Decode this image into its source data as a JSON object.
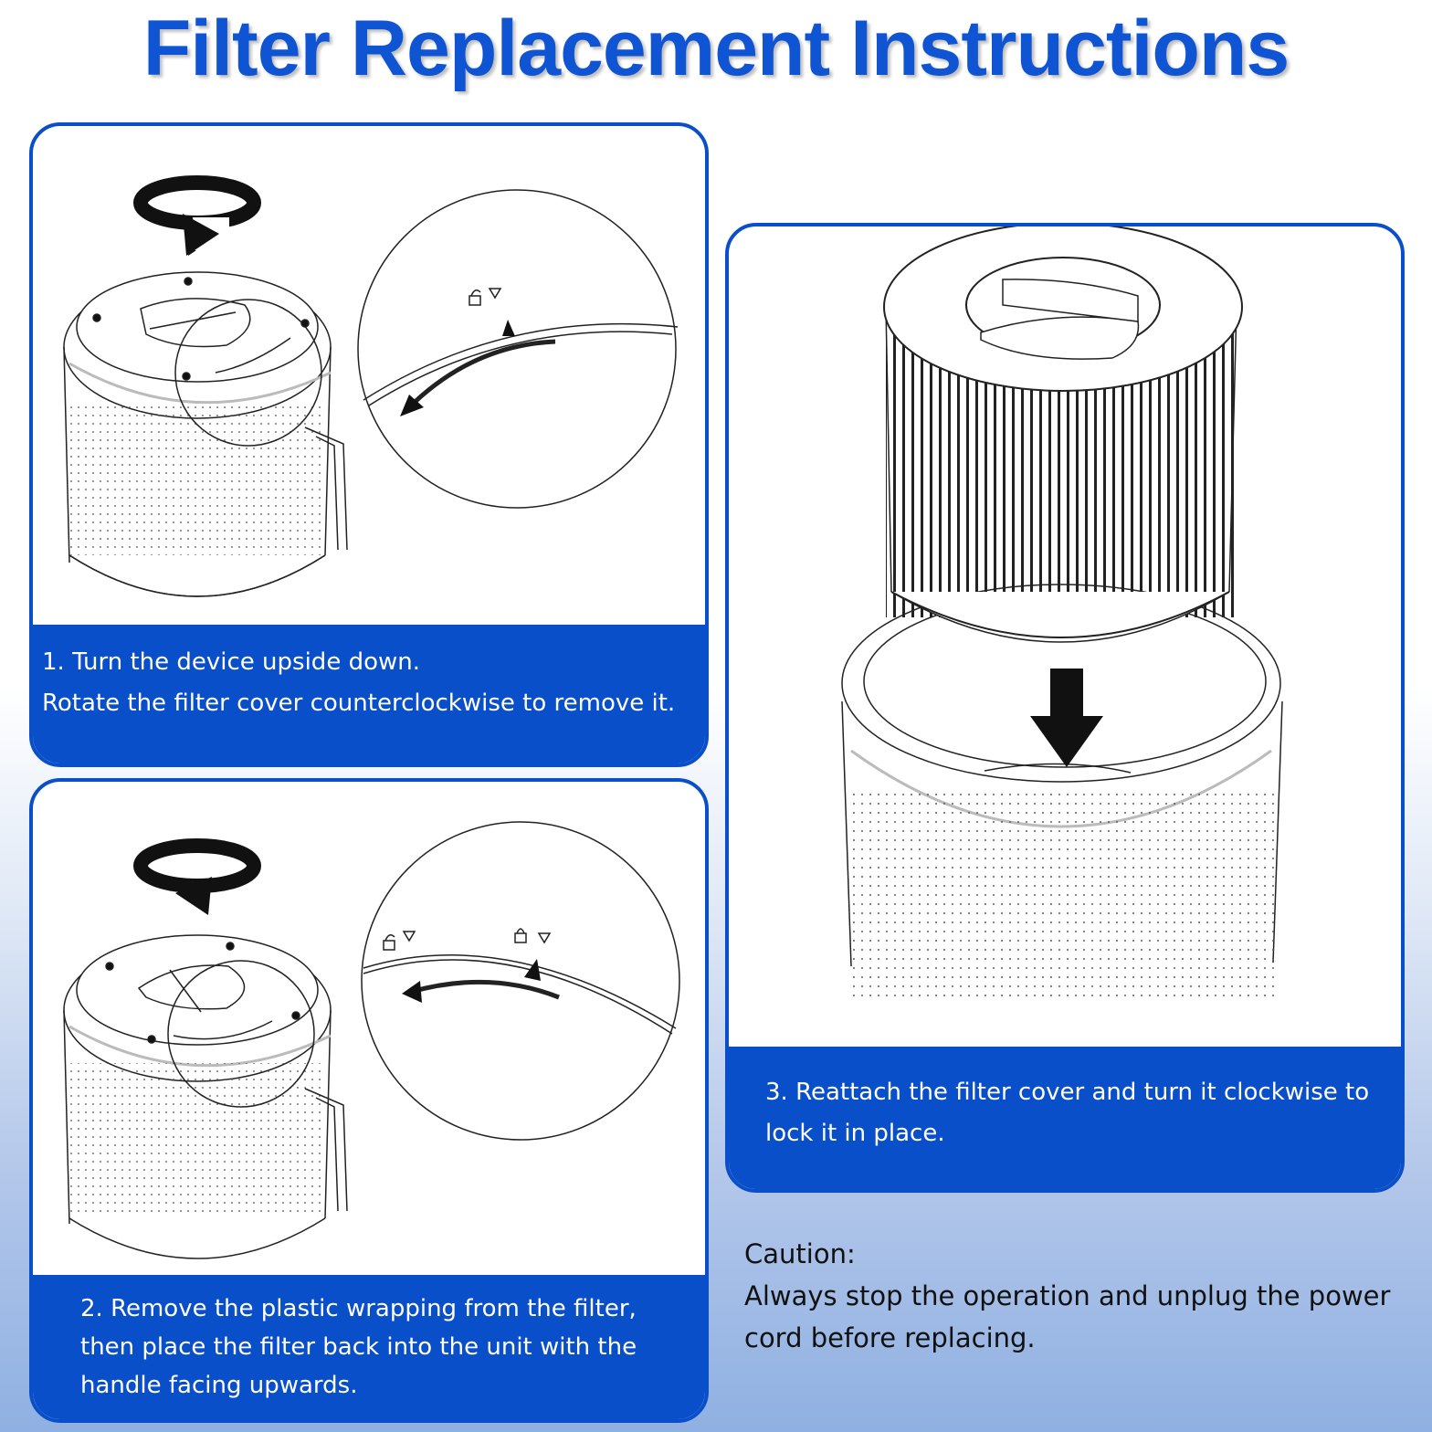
{
  "title": "Filter Replacement Instructions",
  "colors": {
    "accent": "#0a4fca",
    "title": "#0f55d3",
    "caption_text": "#ffffff"
  },
  "steps": [
    {
      "lines": [
        "1. Turn the device upside down.",
        "Rotate the filter cover counterclockwise to remove it."
      ]
    },
    {
      "lines": [
        "2. Remove the plastic wrapping from the filter,",
        "then place the filter back into the unit with the",
        "handle facing upwards."
      ]
    },
    {
      "lines": [
        "3. Reattach the filter cover and turn it clockwise to",
        "lock it in place."
      ]
    }
  ],
  "caution": {
    "heading": "Caution:",
    "lines": [
      "Always stop the operation and unplug the power",
      "cord before replacing."
    ]
  },
  "icons": [
    "rotate-clockwise-icon",
    "rotate-counterclockwise-icon",
    "unlock-icon",
    "lock-icon",
    "arrow-down-icon"
  ]
}
